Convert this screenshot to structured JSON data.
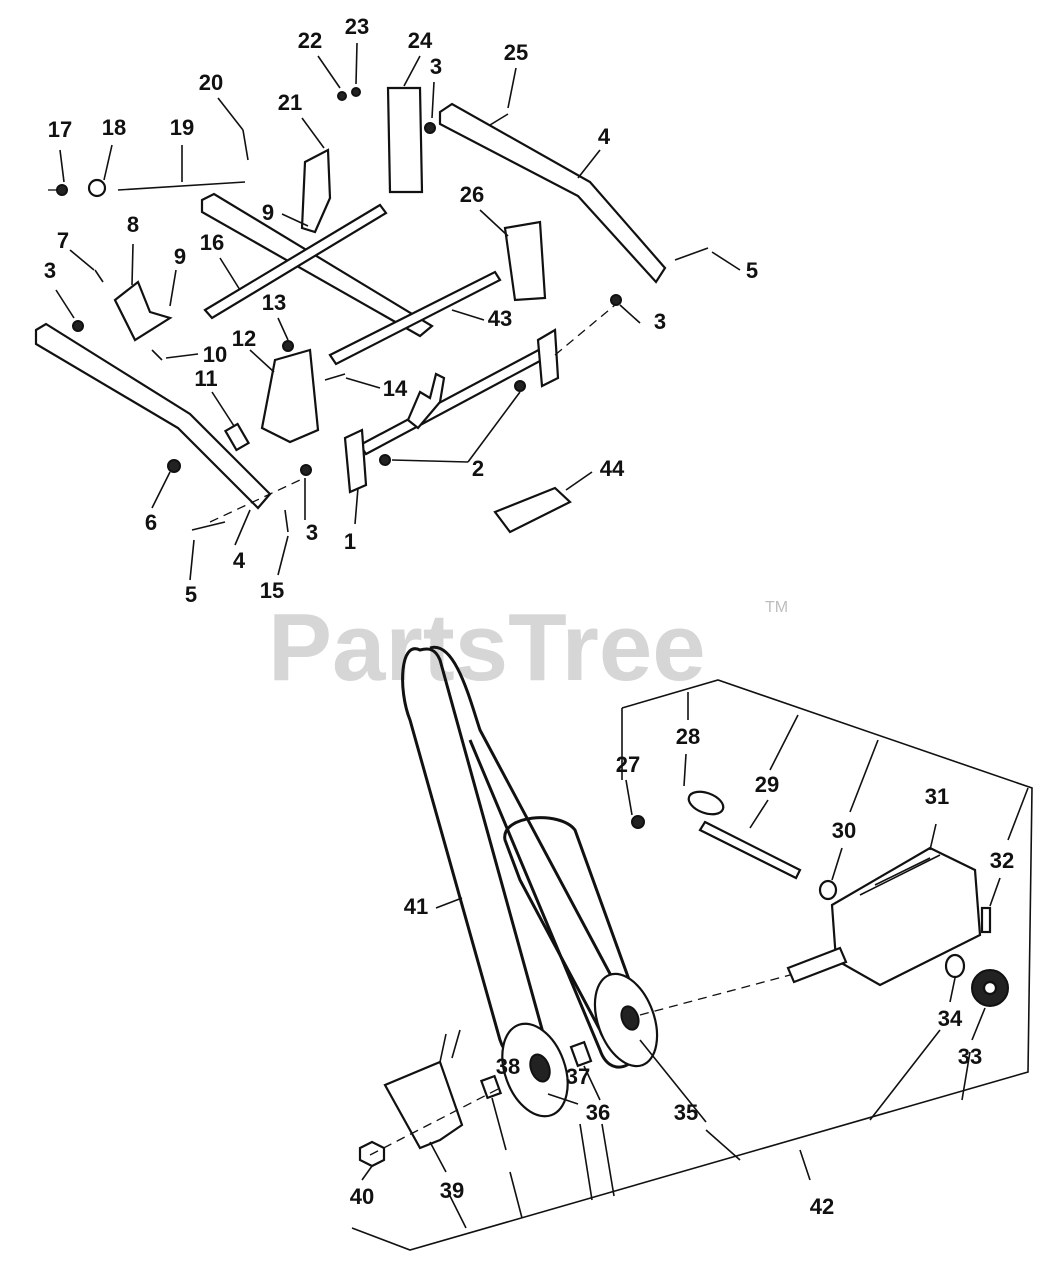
{
  "diagram": {
    "watermark": "PartsTree",
    "watermark_mark": "TM",
    "callouts": [
      {
        "id": "c1",
        "label": "1"
      },
      {
        "id": "c2",
        "label": "2"
      },
      {
        "id": "c3a",
        "label": "3"
      },
      {
        "id": "c3b",
        "label": "3"
      },
      {
        "id": "c3c",
        "label": "3"
      },
      {
        "id": "c3d",
        "label": "3"
      },
      {
        "id": "c4a",
        "label": "4"
      },
      {
        "id": "c4b",
        "label": "4"
      },
      {
        "id": "c5a",
        "label": "5"
      },
      {
        "id": "c5b",
        "label": "5"
      },
      {
        "id": "c6",
        "label": "6"
      },
      {
        "id": "c7",
        "label": "7"
      },
      {
        "id": "c8",
        "label": "8"
      },
      {
        "id": "c9a",
        "label": "9"
      },
      {
        "id": "c9b",
        "label": "9"
      },
      {
        "id": "c10",
        "label": "10"
      },
      {
        "id": "c11",
        "label": "11"
      },
      {
        "id": "c12",
        "label": "12"
      },
      {
        "id": "c13",
        "label": "13"
      },
      {
        "id": "c14",
        "label": "14"
      },
      {
        "id": "c15",
        "label": "15"
      },
      {
        "id": "c16",
        "label": "16"
      },
      {
        "id": "c17",
        "label": "17"
      },
      {
        "id": "c18",
        "label": "18"
      },
      {
        "id": "c19",
        "label": "19"
      },
      {
        "id": "c20",
        "label": "20"
      },
      {
        "id": "c21",
        "label": "21"
      },
      {
        "id": "c22",
        "label": "22"
      },
      {
        "id": "c23",
        "label": "23"
      },
      {
        "id": "c24",
        "label": "24"
      },
      {
        "id": "c25",
        "label": "25"
      },
      {
        "id": "c26",
        "label": "26"
      },
      {
        "id": "c27",
        "label": "27"
      },
      {
        "id": "c28",
        "label": "28"
      },
      {
        "id": "c29",
        "label": "29"
      },
      {
        "id": "c30",
        "label": "30"
      },
      {
        "id": "c31",
        "label": "31"
      },
      {
        "id": "c32",
        "label": "32"
      },
      {
        "id": "c33",
        "label": "33"
      },
      {
        "id": "c34",
        "label": "34"
      },
      {
        "id": "c35",
        "label": "35"
      },
      {
        "id": "c36",
        "label": "36"
      },
      {
        "id": "c37",
        "label": "37"
      },
      {
        "id": "c38",
        "label": "38"
      },
      {
        "id": "c39",
        "label": "39"
      },
      {
        "id": "c40",
        "label": "40"
      },
      {
        "id": "c41",
        "label": "41"
      },
      {
        "id": "c42",
        "label": "42"
      },
      {
        "id": "c43",
        "label": "43"
      },
      {
        "id": "c44",
        "label": "44"
      }
    ]
  }
}
